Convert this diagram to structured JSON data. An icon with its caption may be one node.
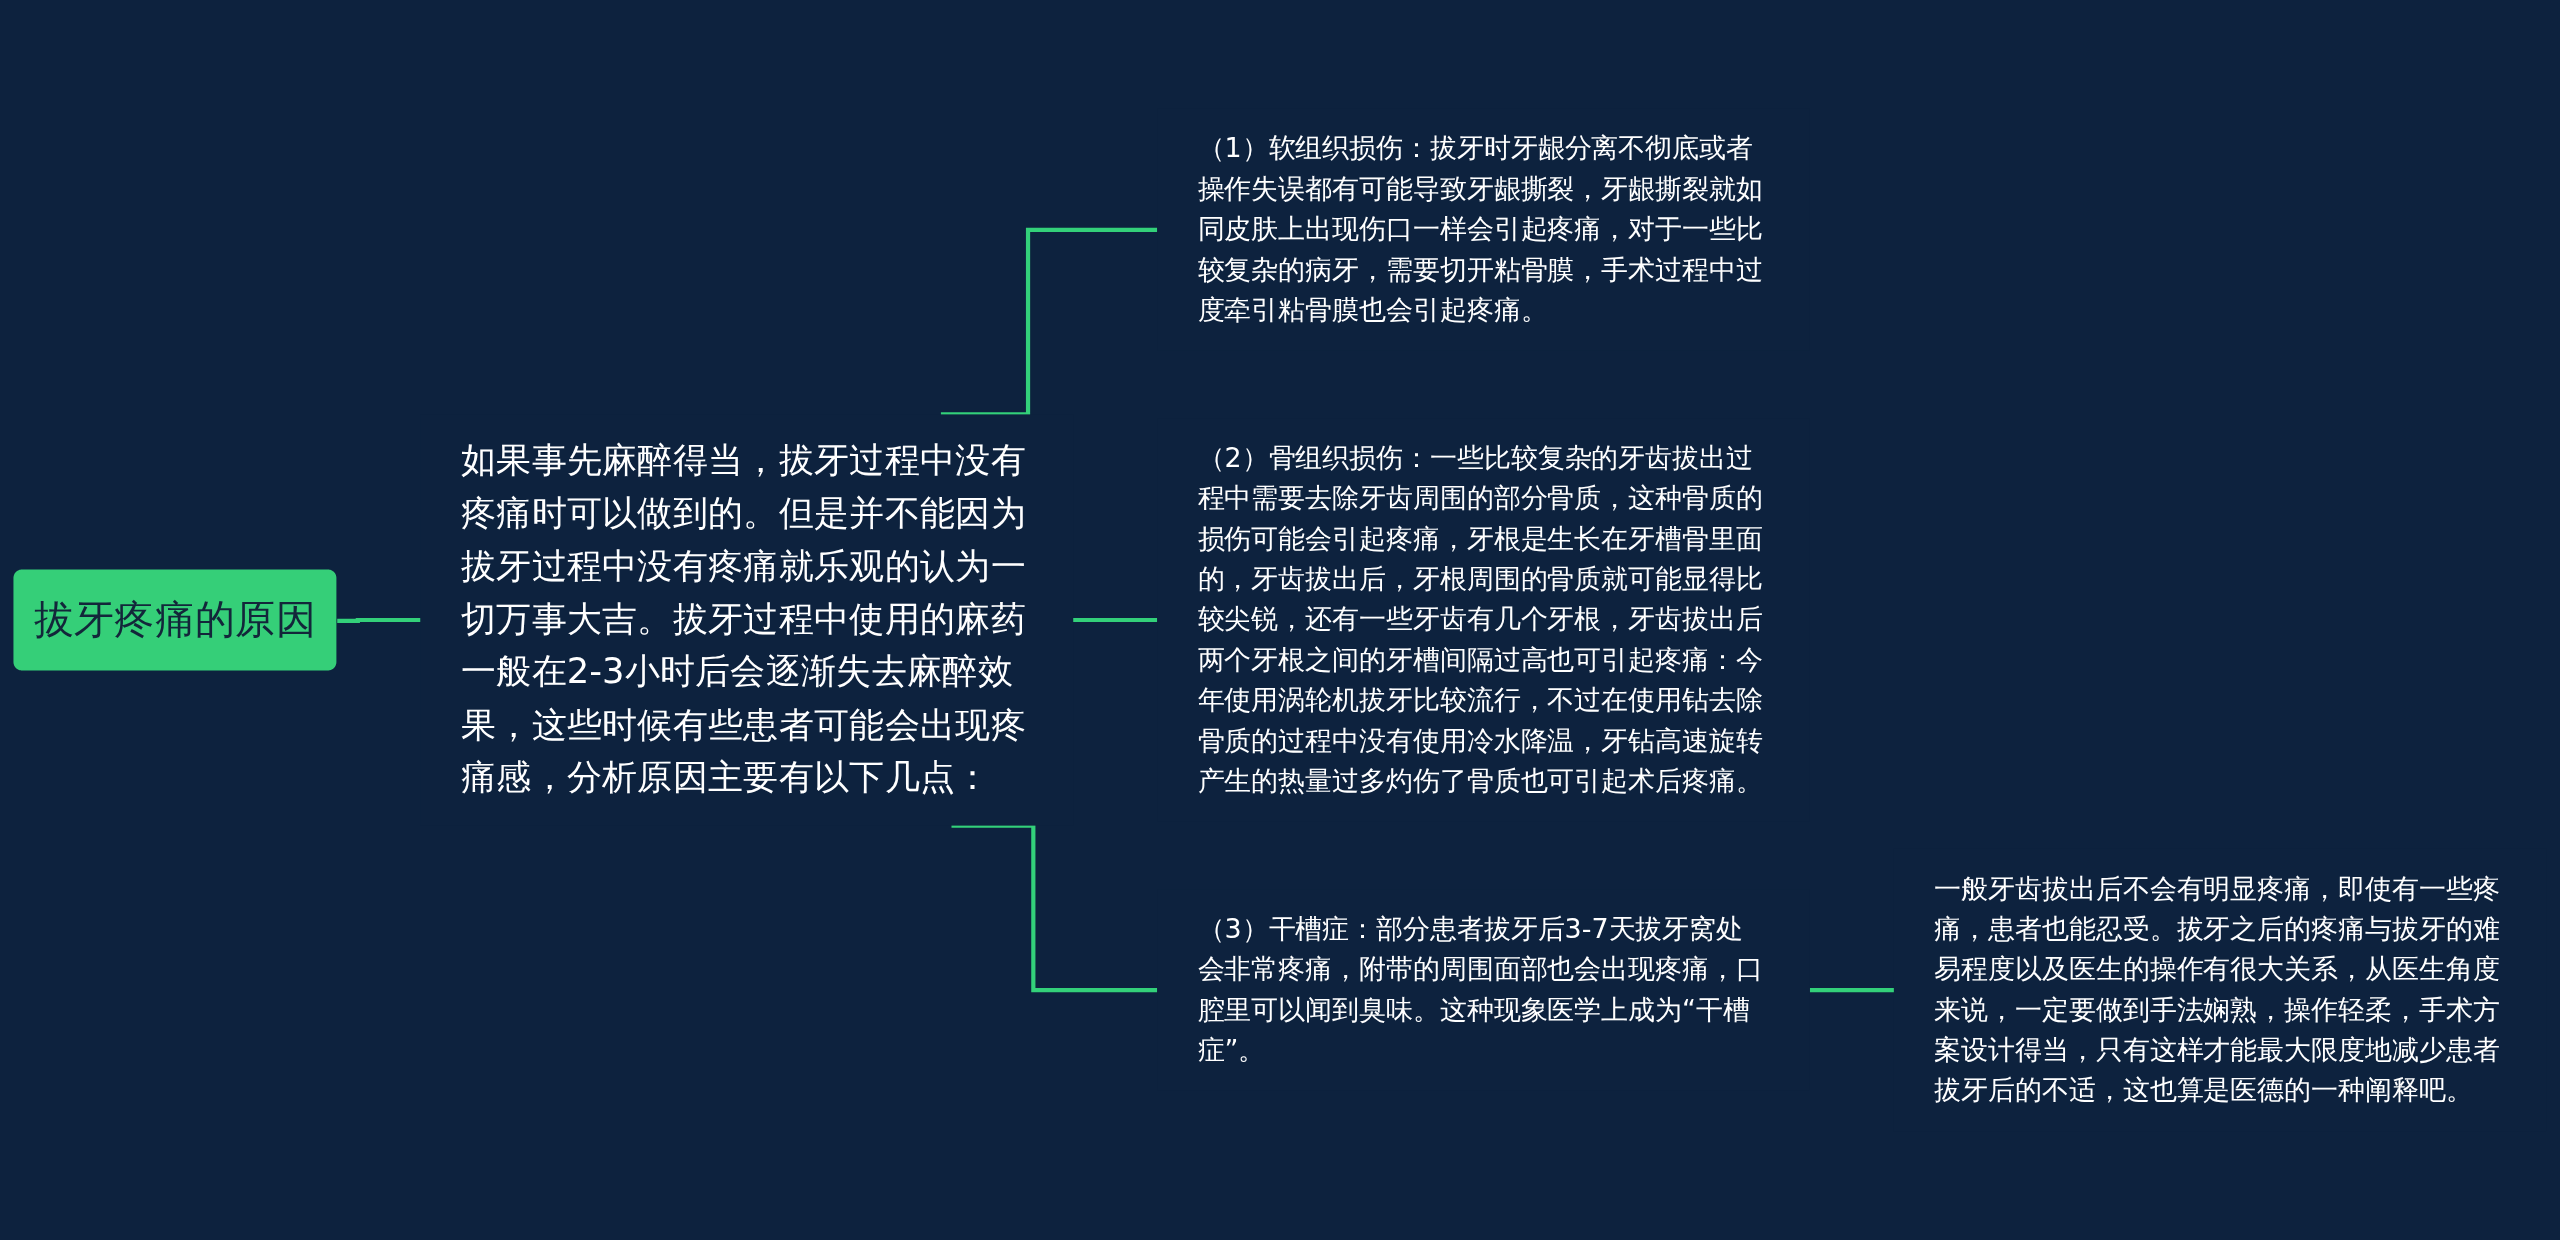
{
  "diagram": {
    "nodes": [
      {
        "text": [
          "拔牙疼痛的原因"
        ]
      },
      {
        "text": [
          "如果事先麻醉得当，拔牙过程中没有疼痛时可以做到的。但是并不能因为拔牙过程中没有疼痛就乐观的认为一切万事大吉。拔牙过程中使用的麻药一般在2-3小时后会逐渐失去麻醉效果，这些时候有些患者可能会出现疼痛感，分析原因主要有以下几点："
        ]
      },
      {
        "text": [
          "（1）软组织损伤：拔牙时牙龈分离不彻底或者操作失误都有可能导致牙龈撕裂，牙龈撕裂就如同皮肤上出现伤口一样会引起疼痛，对于一些比较复杂的病牙，需要切开粘骨膜，手术过程中过度牵引粘骨膜也会引起疼痛。"
        ]
      },
      {
        "text": [
          "（2）骨组织损伤：一些比较复杂的牙齿拔出过程中需要去除牙齿周围的部分骨质，这种骨质的损伤可能会引起疼痛，牙根是生长在牙槽骨里面的，牙齿拔出后，牙根周围的骨质就可能显得比较尖锐，还有一些牙齿有几个牙根，牙齿拔出后两个牙根之间的牙槽间隔过高也可引起疼痛：今年使用涡轮机拔牙比较流行，不过在使用钻去除骨质的过程中没有使用冷水降温，牙钻高速旋转产生的热量过多灼伤了骨质也可引起术后疼痛。"
        ]
      },
      {
        "text": [
          "（3）干槽症：部分患者拔牙后3-7天拔牙窝处会非常疼痛，附带的周围面部也会出现疼痛，口腔里可以闻到臭味。这种现象医学上成为“干槽症”。"
        ]
      },
      {
        "text": [
          "一般牙齿拔出后不会有明显疼痛，即使有一些疼痛，患者也能忍受。拔牙之后的疼痛与拔牙的难易程度以及医生的操作有很大关系，从医生角度来说，一定要做到手法娴熟，操作轻柔，手术方案设计得当，只有这样才能最大限度地减少患者拔牙后的不适，这也算是医德的一种阐释吧。"
        ]
      }
    ],
    "edges": [
      {
        "from": 0,
        "to": 1,
        "arrow": "none"
      },
      {
        "from": 1,
        "to": 2,
        "arrow": "none"
      },
      {
        "from": 1,
        "to": 3,
        "arrow": "none"
      },
      {
        "from": 1,
        "to": 4,
        "arrow": "none"
      },
      {
        "from": 4,
        "to": 5,
        "arrow": "none"
      }
    ]
  }
}
